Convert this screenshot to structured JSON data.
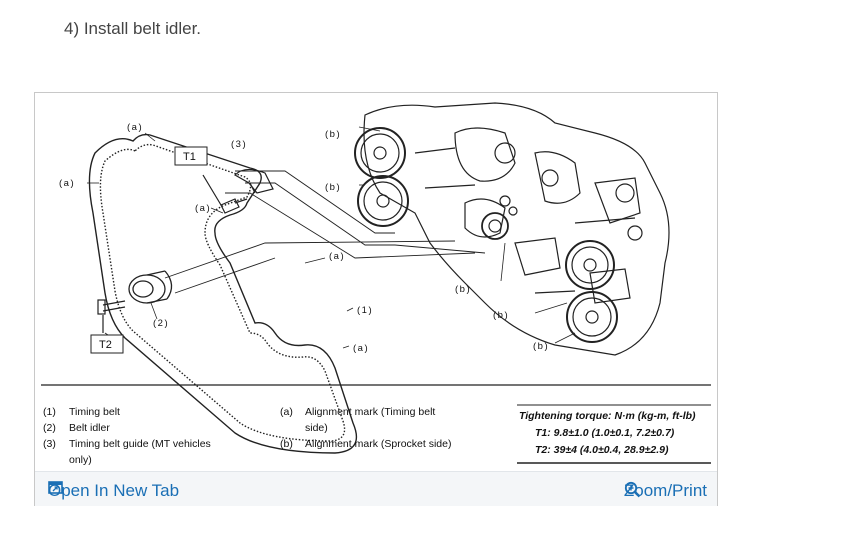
{
  "step": {
    "heading": "4) Install belt idler."
  },
  "diagram": {
    "callouts": {
      "a_top": "(a)",
      "a_left": "(a)",
      "a_middle": "(a)",
      "a_right": "(a)",
      "a_bottom": "(a)",
      "b_1": "(b)",
      "b_2": "(b)",
      "b_3": "(b)",
      "b_4": "(b)",
      "b_5": "(b)",
      "n1": "(1)",
      "n2": "(2)",
      "n3": "(3)",
      "t1_box": "T1",
      "t2_box": "T2"
    },
    "legend_left": [
      {
        "num": "(1)",
        "text": "Timing belt",
        "text2": ""
      },
      {
        "num": "(2)",
        "text": "Belt idler",
        "text2": ""
      },
      {
        "num": "(3)",
        "text": "Timing belt guide (MT vehicles",
        "text2": "only)"
      }
    ],
    "legend_mid": [
      {
        "num": "(a)",
        "text": "Alignment mark (Timing belt",
        "text2": "side)"
      },
      {
        "num": "(b)",
        "text": "Alignment mark (Sprocket side)",
        "text2": ""
      }
    ],
    "torque": {
      "title": "Tightening torque: N·m (kg-m, ft-lb)",
      "t1": "T1:  9.8±1.0 (1.0±0.1, 7.2±0.7)",
      "t2": "T2:  39±4 (4.0±0.4, 28.9±2.9)"
    }
  },
  "footer": {
    "open_tab_label": "Open In New Tab",
    "zoom_label": "Zoom/Print"
  },
  "colors": {
    "link": "#1a6fb5",
    "line": "#222222"
  }
}
